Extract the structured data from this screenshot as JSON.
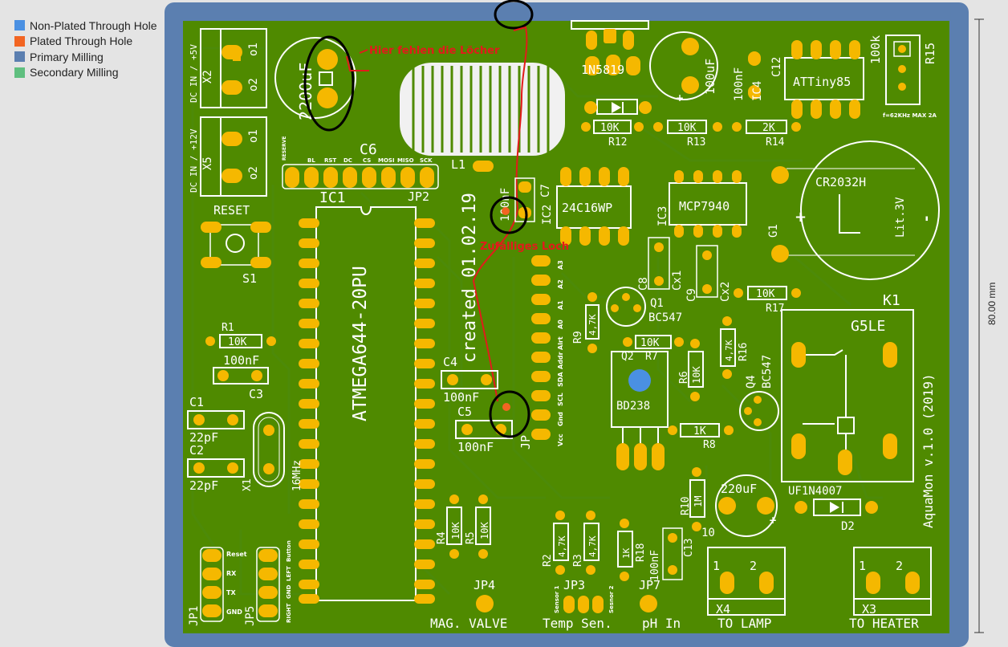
{
  "legend": [
    {
      "label": "Non-Plated Through Hole",
      "color": "#4a90e2"
    },
    {
      "label": "Plated Through Hole",
      "color": "#f26522"
    },
    {
      "label": "Primary Milling",
      "color": "#5b7fb0"
    },
    {
      "label": "Secondary Milling",
      "color": "#5fbf7f"
    }
  ],
  "dimension": {
    "label": "80.00 mm"
  },
  "board": {
    "title": "AquaMon v.1.0 (2019)",
    "created": "created 01.02.19",
    "annotations": {
      "missing_holes": "Hier fehlen die Löcher",
      "random_hole": "Zufälliges Loch"
    },
    "silkscreen": {
      "x2": "X2",
      "x2_desc": "DC IN / +5V",
      "x5": "X5",
      "x5_desc": "DC IN / +12V",
      "c6_val": "2200uF",
      "c6": "C6",
      "jp2_pins": [
        "RESERVE",
        "BL",
        "RST",
        "DC",
        "CS",
        "MOSI",
        "MISO",
        "SCK"
      ],
      "jp2": "JP2",
      "l1": "L1",
      "d1": "1N5819",
      "c_top": "100uF",
      "c12_val": "100nF",
      "ic4": "IC4",
      "c12": "C12",
      "attiny": "ATTiny85",
      "r15": "R15",
      "r15_val": "100k",
      "r15_note": "f=62KHz MAX 2A",
      "r12_val": "10K",
      "r12": "R12",
      "r13_val": "10K",
      "r13": "R13",
      "r14_val": "2K",
      "r14": "R14",
      "cr2032": "CR2032H",
      "g1": "G1",
      "lit": "Lit.3V",
      "ic2": "IC2",
      "ic2_name": "24C16WP",
      "c7": "C7",
      "c7_val": "100nF",
      "ic3": "IC3",
      "ic3_name": "MCP7940",
      "reset": "RESET",
      "s1": "S1",
      "ic1": "IC1",
      "ic1_name": "ATMEGA644-20PU",
      "r1": "R1",
      "r1_val": "10K",
      "c3_val": "100nF",
      "c3": "C3",
      "c1": "C1",
      "c1_val": "22pF",
      "c2": "C2",
      "c2_val": "22pF",
      "x1": "X1",
      "x1_val": "16MHz",
      "c4": "C4",
      "c4_val": "100nF",
      "c5": "C5",
      "c5_val": "100nF",
      "jp6_pins": [
        "Vcc",
        "Gnd",
        "SCL",
        "SDA",
        "Addr",
        "Alrt",
        "A0",
        "A1",
        "A2",
        "A3"
      ],
      "jp6": "JP",
      "cx1": "Cx1",
      "c8": "C8",
      "cx2": "Cx2",
      "c9": "C9",
      "r17_val": "10K",
      "r17": "R17",
      "q1": "Q1",
      "q1_name": "BC547",
      "r9": "R9",
      "r9_val": "4,7K",
      "r7_val": "10K",
      "q2": "Q2",
      "r7": "R7",
      "q2_name": "BD238",
      "r6": "R6",
      "r6_val": "10K",
      "r16": "R16",
      "r16_val": "4,7K",
      "q4": "Q4",
      "q4_name": "BC547",
      "r8_val": "1K",
      "r8": "R8",
      "k1": "K1",
      "k1_name": "G5LE",
      "r10": "R10",
      "r10_val": "1M",
      "c10_val": "220uF",
      "c13": "C13",
      "c10": "10",
      "d2_val": "UF1N4007",
      "d2": "D2",
      "r4": "R4",
      "r4_val": "10K",
      "r5": "R5",
      "r5_val": "10K",
      "r2": "R2",
      "r2_val": "4,7K",
      "r3": "R3",
      "r3_val": "4,7K",
      "r18_val": "1K",
      "r18": "R18",
      "c11_val": "100nF",
      "jp1": "JP1",
      "jp1_pins": [
        "Reset",
        "RX",
        "TX",
        "GND"
      ],
      "jp5": "JP5",
      "jp5_pins": [
        "Button",
        "LEFT",
        "GND",
        "RIGHT"
      ],
      "jp4": "JP4",
      "jp4_label": "MAG. VALVE",
      "jp3": "JP3",
      "jp3_label": "Temp Sen.",
      "sensor1": "Sensor 1",
      "sensor2": "Sesnor 2",
      "jp7": "JP7",
      "jp7_label": "pH In",
      "x4": "X4",
      "x4_label": "TO LAMP",
      "x3": "X3",
      "x3_label": "TO HEATER",
      "pin1": "1",
      "pin2": "2",
      "o1": "o1",
      "o2": "o2",
      "plus": "+",
      "minus": "-"
    }
  }
}
